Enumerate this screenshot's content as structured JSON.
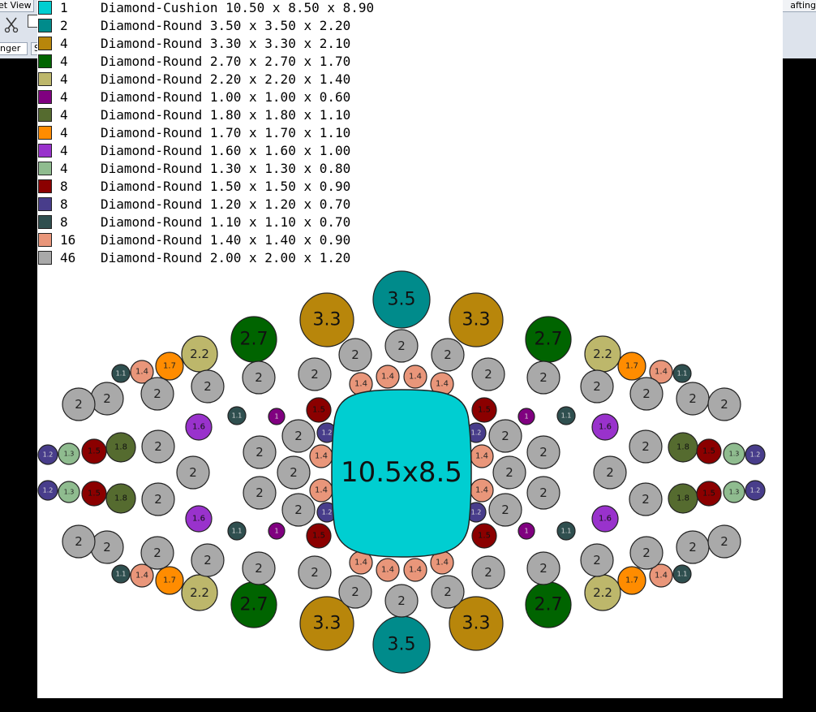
{
  "app": {
    "tab_view": "et View",
    "tab_drafting": "afting",
    "tab_changer": "nger",
    "tab_s": "S"
  },
  "legend": [
    {
      "qty": "1",
      "desc": "Diamond-Cushion 10.50 x 8.50 x 8.90",
      "color": "#00ced1"
    },
    {
      "qty": "2",
      "desc": "Diamond-Round 3.50 x 3.50 x 2.20",
      "color": "#008b8b"
    },
    {
      "qty": "4",
      "desc": "Diamond-Round 3.30 x 3.30 x 2.10",
      "color": "#b8860b"
    },
    {
      "qty": "4",
      "desc": "Diamond-Round 2.70 x 2.70 x 1.70",
      "color": "#006400"
    },
    {
      "qty": "4",
      "desc": "Diamond-Round 2.20 x 2.20 x 1.40",
      "color": "#bdb76b"
    },
    {
      "qty": "4",
      "desc": "Diamond-Round 1.00 x 1.00 x 0.60",
      "color": "#800080"
    },
    {
      "qty": "4",
      "desc": "Diamond-Round 1.80 x 1.80 x 1.10",
      "color": "#556b2f"
    },
    {
      "qty": "4",
      "desc": "Diamond-Round 1.70 x 1.70 x 1.10",
      "color": "#ff8c00"
    },
    {
      "qty": "4",
      "desc": "Diamond-Round 1.60 x 1.60 x 1.00",
      "color": "#9932cc"
    },
    {
      "qty": "4",
      "desc": "Diamond-Round 1.30 x 1.30 x 0.80",
      "color": "#8fbc8f"
    },
    {
      "qty": "8",
      "desc": "Diamond-Round 1.50 x 1.50 x 0.90",
      "color": "#8b0000"
    },
    {
      "qty": "8",
      "desc": "Diamond-Round 1.20 x 1.20 x 0.70",
      "color": "#483d8b"
    },
    {
      "qty": "8",
      "desc": "Diamond-Round 1.10 x 1.10 x 0.70",
      "color": "#2f4f4f"
    },
    {
      "qty": "16",
      "desc": "Diamond-Round 1.40 x 1.40 x 0.90",
      "color": "#e9967a"
    },
    {
      "qty": "46",
      "desc": "Diamond-Round 2.00 x 2.00 x 1.20",
      "color": "#a9a9a9"
    }
  ],
  "stone_types": {
    "3.5": {
      "label": "3.5",
      "color": "#008b8b"
    },
    "3.3": {
      "label": "3.3",
      "color": "#b8860b"
    },
    "2.7": {
      "label": "2.7",
      "color": "#006400"
    },
    "2.2": {
      "label": "2.2",
      "color": "#bdb76b"
    },
    "2": {
      "label": "2",
      "color": "#a9a9a9"
    },
    "1.8": {
      "label": "1.8",
      "color": "#556b2f"
    },
    "1.7": {
      "label": "1.7",
      "color": "#ff8c00"
    },
    "1.6": {
      "label": "1.6",
      "color": "#9932cc"
    },
    "1.5": {
      "label": "1.5",
      "color": "#8b0000"
    },
    "1.4": {
      "label": "1.4",
      "color": "#e9967a"
    },
    "1.3": {
      "label": "1.3",
      "color": "#8fbc8f"
    },
    "1.2": {
      "label": "1.2",
      "color": "#483d8b"
    },
    "1.1": {
      "label": "1.1",
      "color": "#2f4f4f"
    },
    "1": {
      "label": "1",
      "color": "#800080"
    }
  },
  "center_stone": {
    "label": "10.5x8.5",
    "color": "#00ced1"
  }
}
